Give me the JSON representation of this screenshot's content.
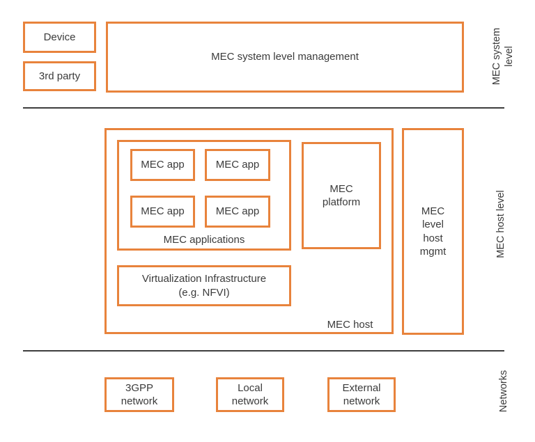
{
  "title": "MEC reference architecture levels diagram",
  "colors": {
    "accent": "#E8833C",
    "text": "#3B3B3B",
    "divider": "#3D3D3D",
    "background": "#FFFFFF"
  },
  "system_level": {
    "side_label": "MEC system\nlevel",
    "device": "Device",
    "third_party": "3rd party",
    "management": "MEC system level management"
  },
  "host_level": {
    "side_label": "MEC host level",
    "host_label": "MEC host",
    "applications_label": "MEC applications",
    "apps": [
      "MEC app",
      "MEC app",
      "MEC app",
      "MEC app"
    ],
    "platform": "MEC\nplatform",
    "virtualization": "Virtualization Infrastructure\n(e.g. NFVI)",
    "host_mgmt": "MEC\nlevel\nhost\nmgmt"
  },
  "networks_level": {
    "side_label": "Networks",
    "items": [
      "3GPP\nnetwork",
      "Local\nnetwork",
      "External\nnetwork"
    ]
  }
}
